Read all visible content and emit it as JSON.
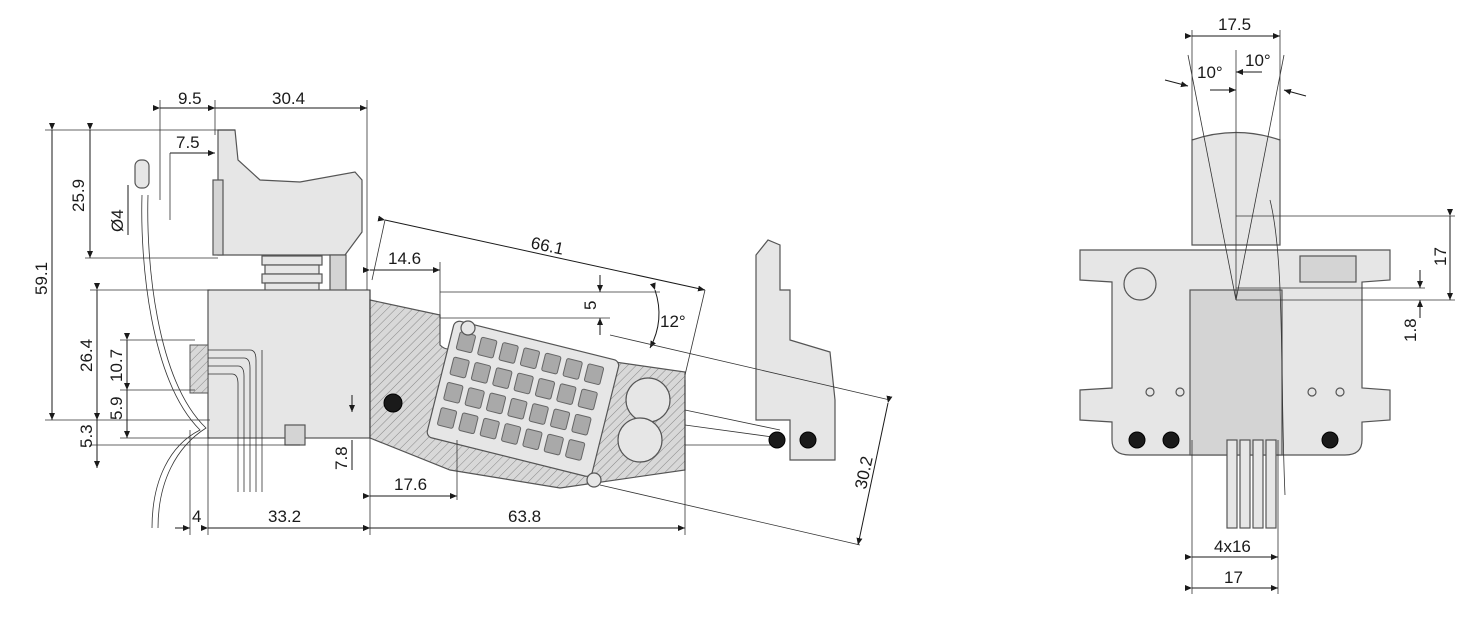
{
  "side_view": {
    "dims": {
      "d_9_5": "9.5",
      "d_30_4": "30.4",
      "d_7_5": "7.5",
      "d_25_9": "25.9",
      "d_dia4": "Ø4",
      "d_59_1": "59.1",
      "d_26_4": "26.4",
      "d_10_7": "10.7",
      "d_5_9": "5.9",
      "d_5_3": "5.3",
      "d_14_6": "14.6",
      "d_66_1": "66.1",
      "d_5": "5",
      "d_12deg": "12°",
      "d_7_8": "7.8",
      "d_17_6": "17.6",
      "d_4": "4",
      "d_33_2": "33.2",
      "d_63_8": "63.8",
      "d_30_2": "30.2"
    }
  },
  "front_view": {
    "dims": {
      "d_17_5": "17.5",
      "d_10deg_left": "10°",
      "d_10deg_right": "10°",
      "d_17_right": "17",
      "d_1_8": "1.8",
      "d_4x16": "4x16",
      "d_17_bottom": "17"
    }
  },
  "colors": {
    "housing": "#e6e6e6",
    "line": "#1a1a1a",
    "screw": "#1a1a1a"
  }
}
